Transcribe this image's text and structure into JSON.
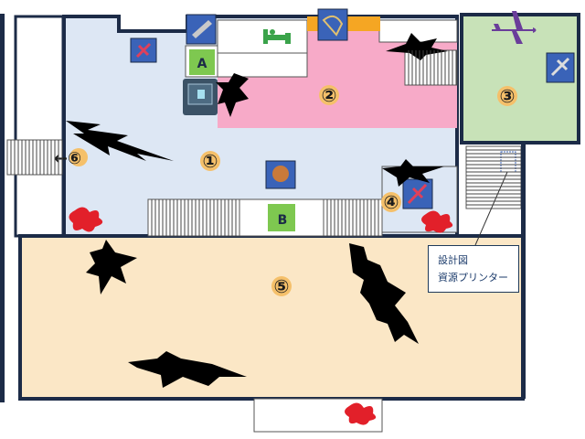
{
  "map": {
    "rooms": [
      {
        "id": "room-1",
        "number": "①",
        "color": "#dde7f4"
      },
      {
        "id": "room-2",
        "number": "②",
        "color": "#f7aac8"
      },
      {
        "id": "room-3",
        "number": "③",
        "color": "#c8e2b8"
      },
      {
        "id": "room-4",
        "number": "④",
        "color": "#dde7f4"
      },
      {
        "id": "room-5",
        "number": "⑤",
        "color": "#fbe7c6"
      },
      {
        "id": "room-6",
        "number": "⑥",
        "color": "#ffffff"
      }
    ],
    "exit_arrow_label": "←⑥",
    "doors": [
      {
        "id": "door-a",
        "label": "A",
        "color": "#7ec850"
      },
      {
        "id": "door-b",
        "label": "B",
        "color": "#7ec850"
      }
    ],
    "annotation": {
      "line1": "設計図",
      "line2": "資源プリンター"
    },
    "colors": {
      "wall": "#1c2b47",
      "blood": "#e2202a",
      "crack": "#000000",
      "airplane": "#6a3d9a",
      "orange_strip": "#f5a623"
    },
    "icons": [
      "airplane-icon",
      "bed-icon",
      "item-icon",
      "safe-icon",
      "blood-splat-icon",
      "crack-icon"
    ]
  }
}
